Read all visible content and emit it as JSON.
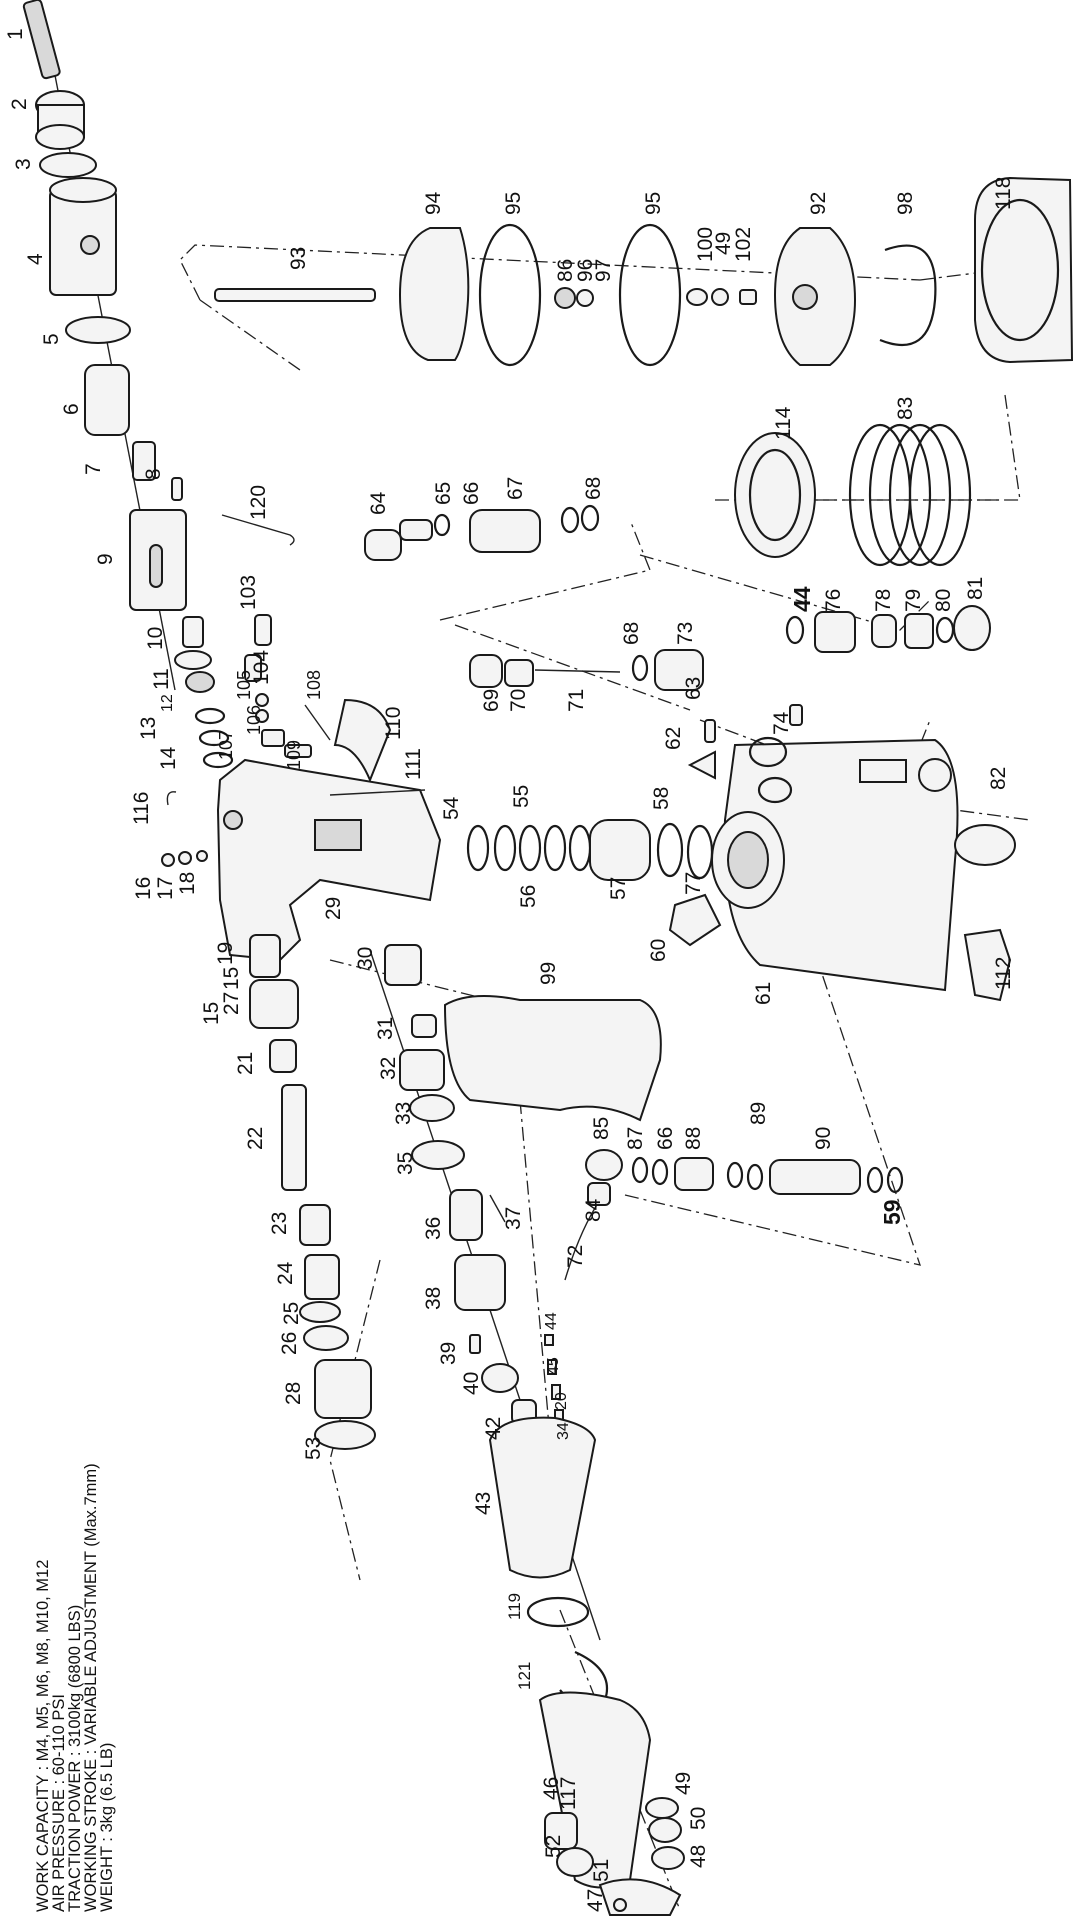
{
  "specs": {
    "work_capacity": "WORK CAPACITY :  M4, M5, M6, M8, M10, M12",
    "air_pressure": "AIR PRESSURE :    60-110 PSI",
    "traction_power": "TRACTION POWER : 3100kg (6800 LBS)",
    "working_stroke": "WORKING STROKE : VARIABLE ADJUSTMENT (Max.7mm)",
    "weight": "WEIGHT  : 3kg (6.5 LB)"
  },
  "parts": [
    "1",
    "2",
    "3",
    "4",
    "5",
    "6",
    "7",
    "8",
    "9",
    "10",
    "11",
    "12",
    "13",
    "14",
    "15",
    "15",
    "16",
    "17",
    "18",
    "19",
    "20",
    "21",
    "22",
    "23",
    "24",
    "25",
    "26",
    "27",
    "28",
    "29",
    "30",
    "31",
    "32",
    "33",
    "34",
    "35",
    "36",
    "37",
    "38",
    "39",
    "40",
    "42",
    "43",
    "44",
    "44",
    "45",
    "46",
    "47",
    "48",
    "49",
    "49",
    "50",
    "51",
    "52",
    "53",
    "54",
    "55",
    "56",
    "57",
    "58",
    "59",
    "60",
    "61",
    "62",
    "63",
    "64",
    "65",
    "66",
    "66",
    "67",
    "68",
    "68",
    "69",
    "70",
    "71",
    "72",
    "73",
    "74",
    "76",
    "77",
    "78",
    "79",
    "80",
    "81",
    "82",
    "83",
    "84",
    "85",
    "86",
    "87",
    "88",
    "89",
    "90",
    "92",
    "93",
    "94",
    "95",
    "95",
    "96",
    "97",
    "98",
    "99",
    "100",
    "102",
    "103",
    "104",
    "105",
    "106",
    "107",
    "108",
    "109",
    "110",
    "111",
    "112",
    "114",
    "116",
    "117",
    "118",
    "119",
    "120",
    "121"
  ]
}
